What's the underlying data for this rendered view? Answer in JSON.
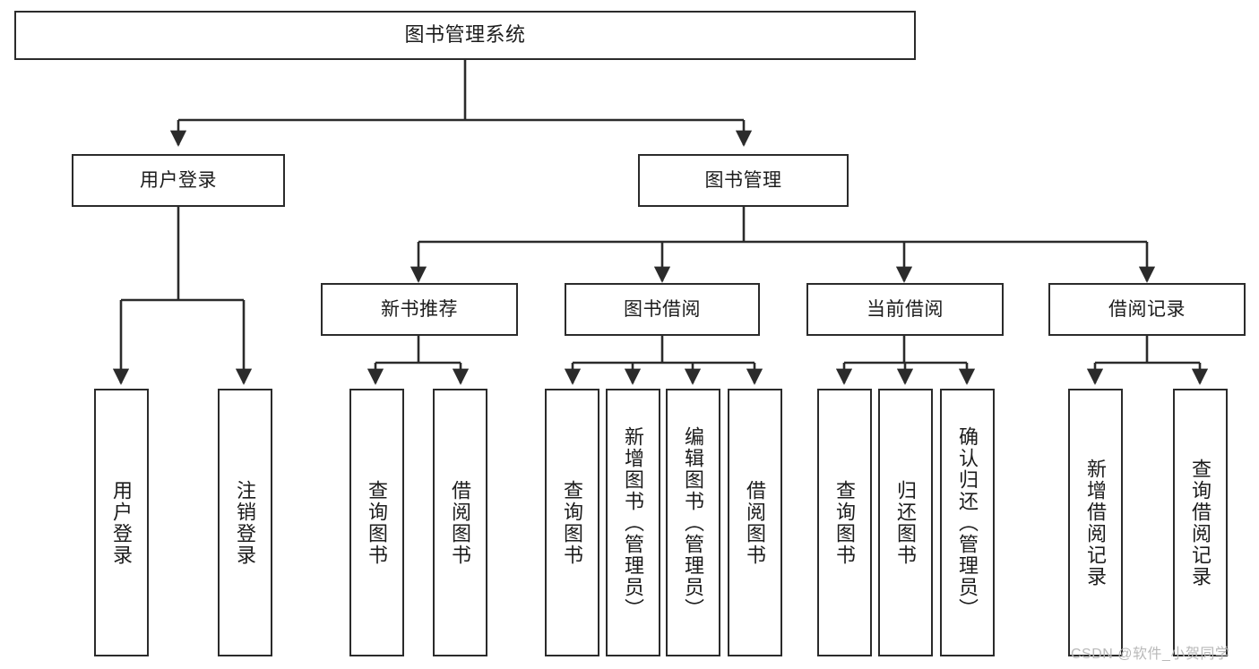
{
  "diagram": {
    "type": "hierarchy-tree",
    "title": "图书管理系统",
    "watermark": "CSDN @软件_小贺同学",
    "root": {
      "label": "图书管理系统"
    },
    "level2": [
      {
        "label": "用户登录"
      },
      {
        "label": "图书管理"
      }
    ],
    "level3": [
      {
        "label": "新书推荐"
      },
      {
        "label": "图书借阅"
      },
      {
        "label": "当前借阅"
      },
      {
        "label": "借阅记录"
      }
    ],
    "leaves": [
      {
        "label": "用户登录"
      },
      {
        "label": "注销登录"
      },
      {
        "label": "查询图书"
      },
      {
        "label": "借阅图书"
      },
      {
        "label": "查询图书"
      },
      {
        "label": "新增图书（管理员）"
      },
      {
        "label": "编辑图书（管理员）"
      },
      {
        "label": "借阅图书"
      },
      {
        "label": "查询图书"
      },
      {
        "label": "归还图书"
      },
      {
        "label": "确认归还（管理员）"
      },
      {
        "label": "新增借阅记录"
      },
      {
        "label": "查询借阅记录"
      }
    ],
    "colors": {
      "stroke": "#2b2b2b",
      "fill": "#ffffff",
      "text": "#1c1c1c",
      "watermark": "#b9b9b9"
    }
  }
}
